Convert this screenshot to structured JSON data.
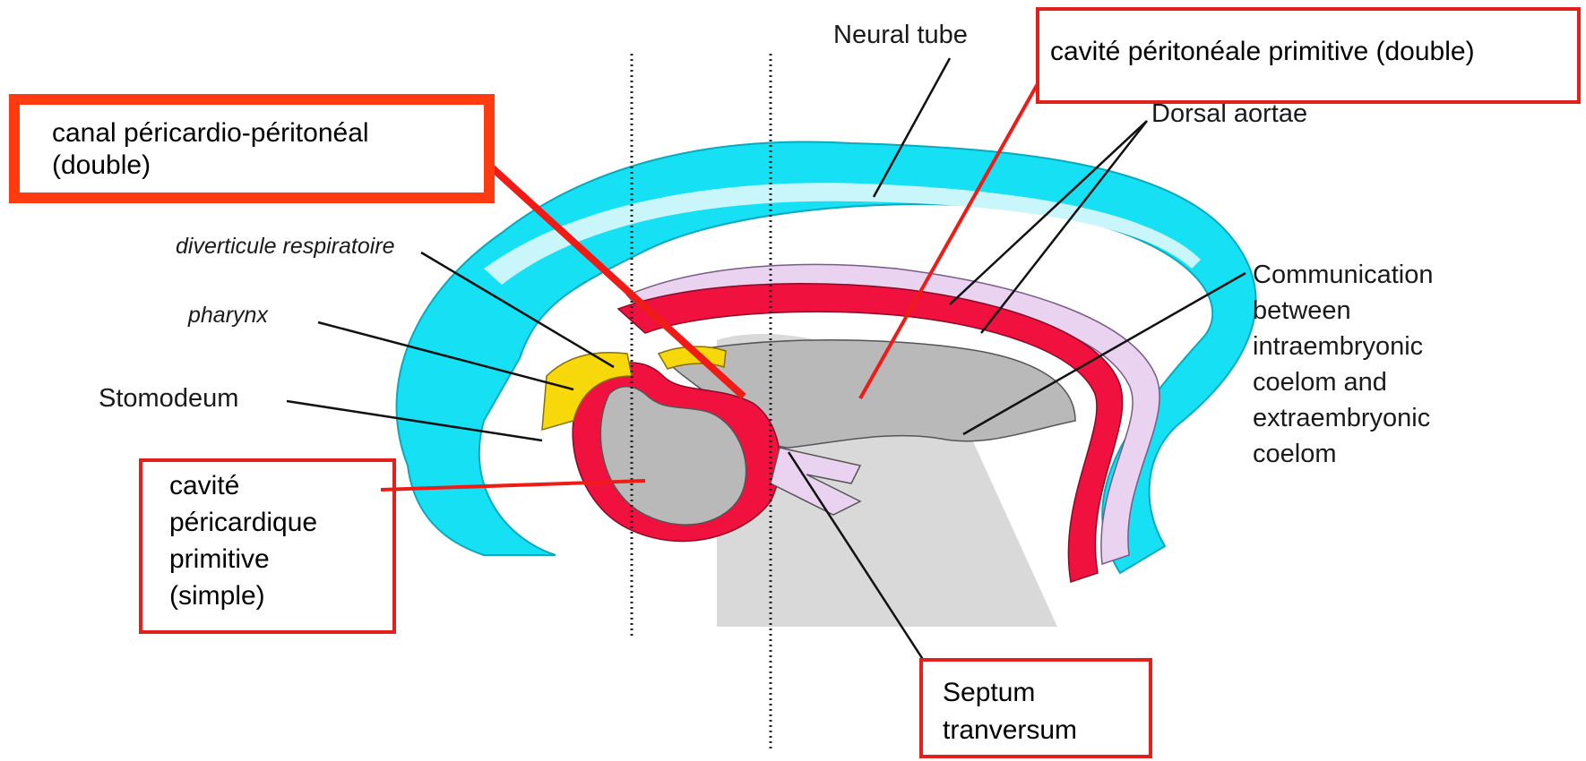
{
  "colors": {
    "cyan": "#16e0f4",
    "cyan_light": "#c8f6fb",
    "red": "#f0113f",
    "lilac": "#e9d3f1",
    "yellow": "#f7d90b",
    "gray": "#b9b9b9",
    "box_border": "#e3201b",
    "box_border_bold": "#ff3b0f",
    "pointer_red": "#ef1b17"
  },
  "labels": {
    "neural_tube": "Neural tube",
    "dorsal_aortae": "Dorsal aortae",
    "communication": "Communication\nbetween\nintraembryonic\ncoelom and\nextraembryonic\ncoelom",
    "diverticule": "diverticule respiratoire",
    "pharynx": "pharynx",
    "stomodeum": "Stomodeum"
  },
  "boxes": {
    "canal": "canal péricardio-péritonéal\n   (double)",
    "peritoneale": "cavité péritonéale primitive (double)",
    "pericardique": "cavité\npéricardique\nprimitive\n(simple)",
    "septum": "Septum\ntranversum"
  }
}
